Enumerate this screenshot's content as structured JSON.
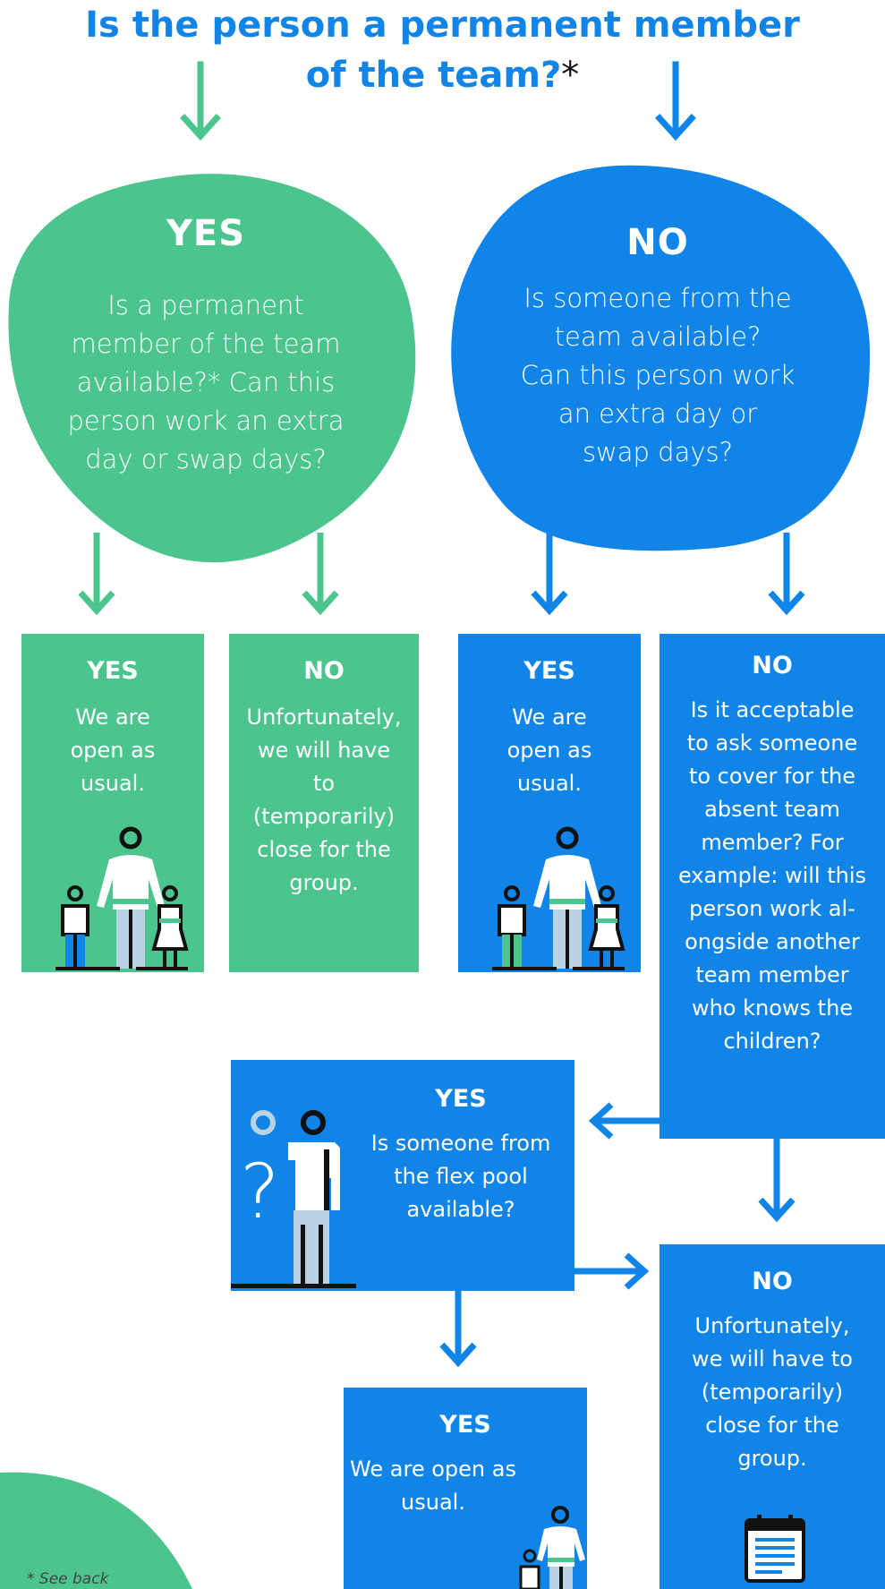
{
  "title": {
    "line1": "Is the person a permanent member",
    "line2": "of the team?",
    "asterisk": "*"
  },
  "yes_blob": {
    "heading": "YES",
    "lines": [
      "Is a permanent",
      "member of the team",
      "available?* Can this",
      "person work an extra",
      "day or swap days?"
    ]
  },
  "no_blob": {
    "heading": "NO",
    "lines": [
      "Is someone from the",
      "team available?",
      "Can this person work",
      "an extra day or",
      "swap days?"
    ]
  },
  "boxes": {
    "green_yes": {
      "heading": "YES",
      "lines": [
        "We are",
        "open as",
        "usual."
      ]
    },
    "green_no": {
      "heading": "NO",
      "lines": [
        "Unfortunately,",
        "we will have",
        "to",
        "(temporarily)",
        "close for the",
        "group."
      ]
    },
    "blue_yes": {
      "heading": "YES",
      "lines": [
        "We are",
        "open as",
        "usual."
      ]
    },
    "blue_no": {
      "heading": "NO",
      "lines": [
        "Is it acceptable",
        "to ask someone",
        "to cover for the",
        "absent team",
        "member? For",
        "example: will this",
        "person work al-",
        "ongside another",
        "team member",
        "who knows the",
        "children?"
      ]
    },
    "flex": {
      "heading": "YES",
      "lines": [
        "Is someone from",
        "the flex pool",
        "available?"
      ]
    },
    "final_yes": {
      "heading": "YES",
      "lines": [
        "We are open as",
        "usual."
      ]
    },
    "final_no": {
      "heading": "NO",
      "lines": [
        "Unfortunately,",
        "we will have to",
        "(temporarily)",
        "close for the",
        "group."
      ]
    }
  },
  "footnote": "* See back",
  "icons": {
    "family": "family-icon",
    "person_question": "person-question-icon",
    "calendar": "calendar-icon"
  },
  "colors": {
    "green": "#4bc48e",
    "blue": "#1184e8",
    "ink": "#111111",
    "light_blue_grey": "#b9d3e4"
  }
}
